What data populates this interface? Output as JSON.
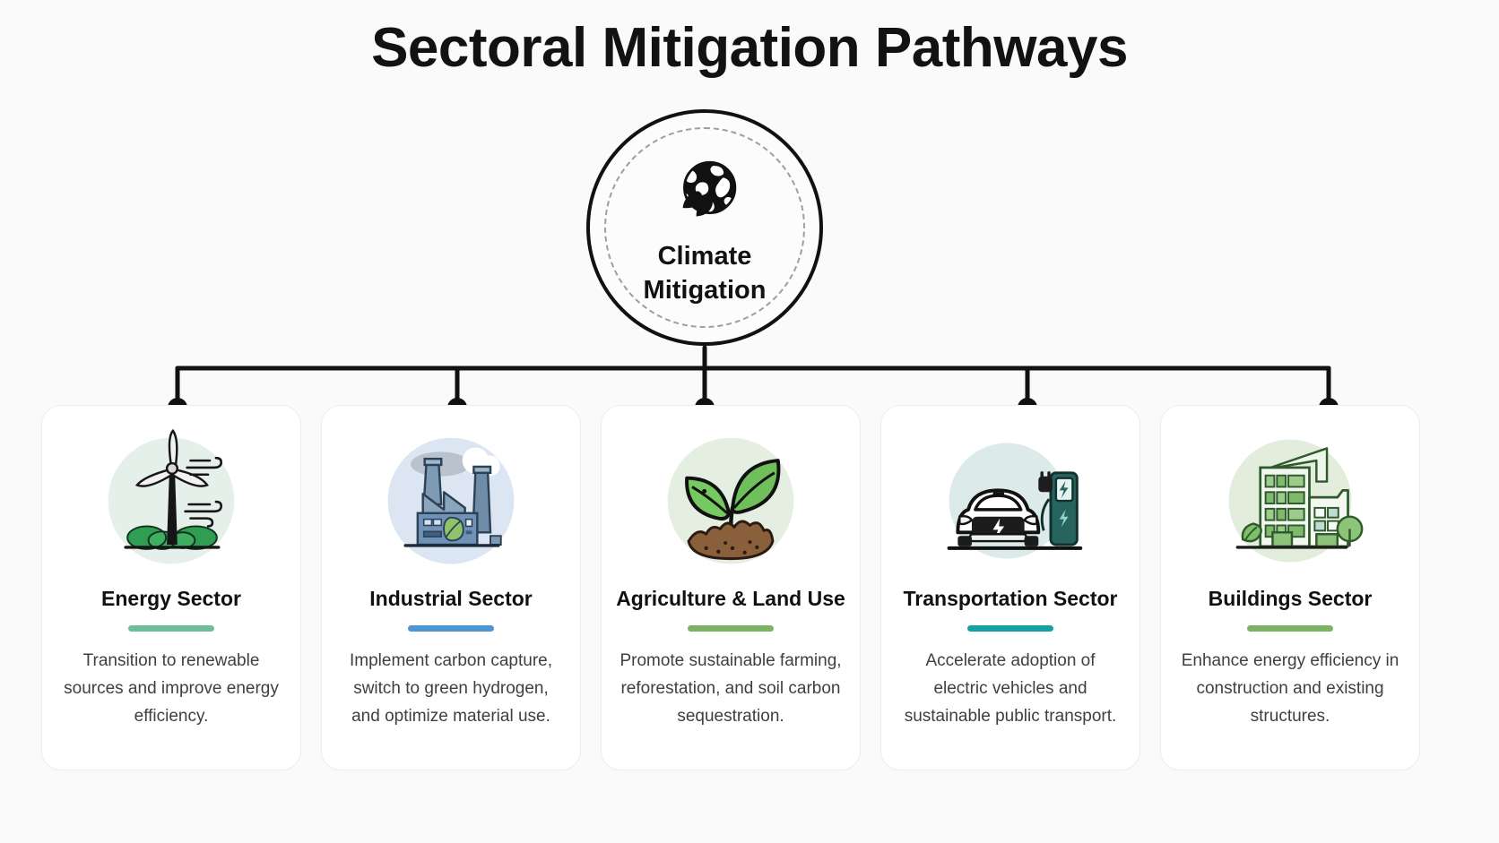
{
  "title": "Sectoral Mitigation Pathways",
  "hub": {
    "icon": "globe-leaf-icon",
    "label_line1": "Climate",
    "label_line2": "Mitigation"
  },
  "cards": [
    {
      "id": "energy",
      "icon": "wind-turbine-icon",
      "title": "Energy Sector",
      "accent": "#6fbd97",
      "circle_bg": "#e4f0e9",
      "description": "Transition to renewable sources and improve energy efficiency."
    },
    {
      "id": "industrial",
      "icon": "factory-icon",
      "title": "Industrial Sector",
      "accent": "#4f95d1",
      "circle_bg": "#dbe6f2",
      "description": "Implement carbon capture, switch to green hydrogen, and optimize material use."
    },
    {
      "id": "agriculture",
      "icon": "seedling-soil-icon",
      "title": "Agriculture & Land Use",
      "accent": "#7cb362",
      "circle_bg": "#e4efe2",
      "description": "Promote sustainable farming, reforestation, and soil carbon sequestration."
    },
    {
      "id": "transportation",
      "icon": "electric-car-charger-icon",
      "title": "Transportation Sector",
      "accent": "#17a2a2",
      "circle_bg": "#dcebea",
      "description": "Accelerate adoption of electric vehicles and sustainable public transport."
    },
    {
      "id": "buildings",
      "icon": "green-buildings-icon",
      "title": "Buildings Sector",
      "accent": "#7cb362",
      "circle_bg": "#e2eddc",
      "description": "Enhance energy efficiency in construction and existing structures."
    }
  ],
  "colors": {
    "background": "#fafafa",
    "card_background": "#ffffff",
    "card_border": "#ededed",
    "connector": "#111111",
    "title_text": "#121212",
    "body_text": "#3f3f3f"
  }
}
